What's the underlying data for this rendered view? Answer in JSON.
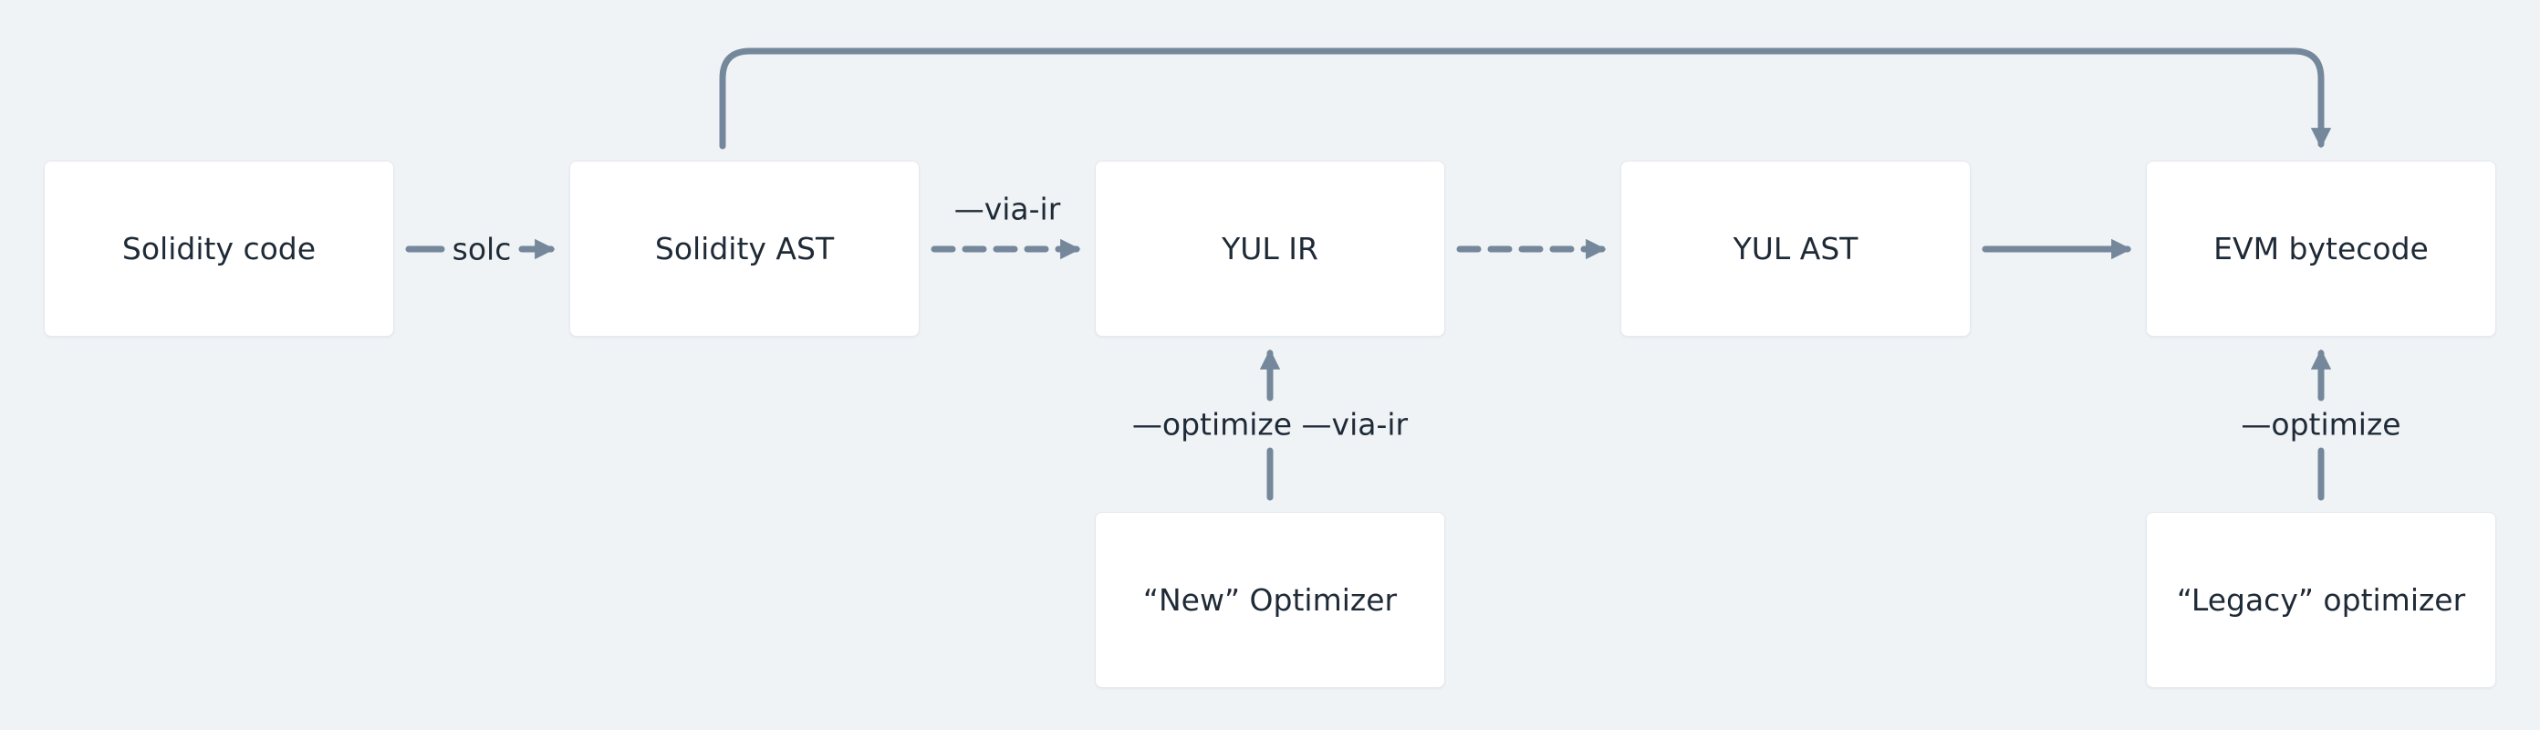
{
  "colors": {
    "background": "#eff3f6",
    "node_fill": "#ffffff",
    "edge": "#75879a",
    "text": "#1f2a37"
  },
  "nodes": {
    "solidity_code": "Solidity code",
    "solidity_ast": "Solidity AST",
    "yul_ir": "YUL IR",
    "yul_ast": "YUL AST",
    "evm_bytecode": "EVM bytecode",
    "new_optimizer": "“New” Optimizer",
    "legacy_optimizer": "“Legacy” optimizer"
  },
  "edges": [
    {
      "from": "solidity_code",
      "to": "solidity_ast",
      "label": "solc",
      "style": "solid"
    },
    {
      "from": "solidity_ast",
      "to": "yul_ir",
      "label": "—via-ir",
      "style": "dashed"
    },
    {
      "from": "yul_ir",
      "to": "yul_ast",
      "label": "",
      "style": "dashed"
    },
    {
      "from": "yul_ast",
      "to": "evm_bytecode",
      "label": "",
      "style": "solid"
    },
    {
      "from": "solidity_ast",
      "to": "evm_bytecode",
      "label": "",
      "style": "solid"
    },
    {
      "from": "new_optimizer",
      "to": "yul_ir",
      "label": "—optimize —via-ir",
      "style": "solid"
    },
    {
      "from": "legacy_optimizer",
      "to": "evm_bytecode",
      "label": "—optimize",
      "style": "solid"
    }
  ]
}
